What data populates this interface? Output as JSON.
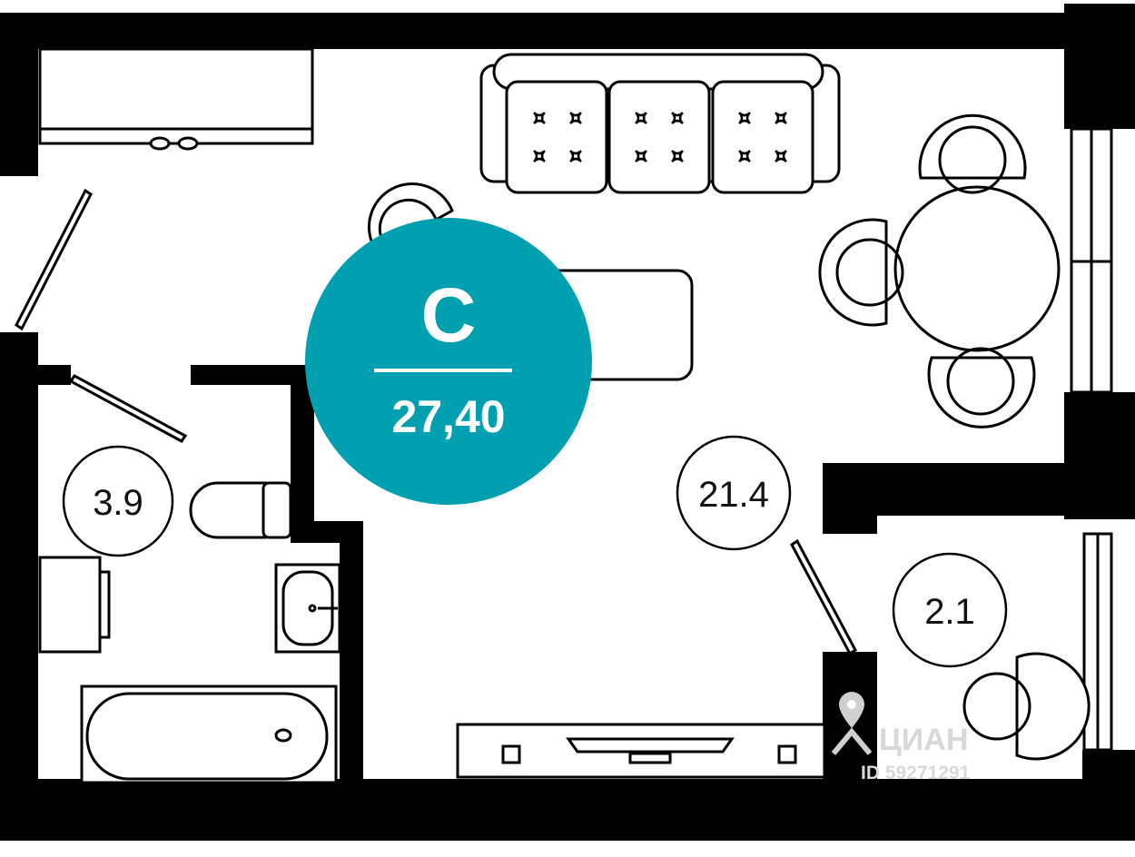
{
  "colors": {
    "accent": "#00a0b0",
    "wall": "#000000"
  },
  "badge": {
    "type_letter": "С",
    "total_area": "27,40"
  },
  "rooms": [
    {
      "id": "living",
      "area": "21.4"
    },
    {
      "id": "bathroom",
      "area": "3.9"
    },
    {
      "id": "balcony",
      "area": "2.1"
    }
  ],
  "watermark": {
    "text": "ЦИАН",
    "id_text": "ID 59271291",
    "icon": "map-pin-icon"
  }
}
